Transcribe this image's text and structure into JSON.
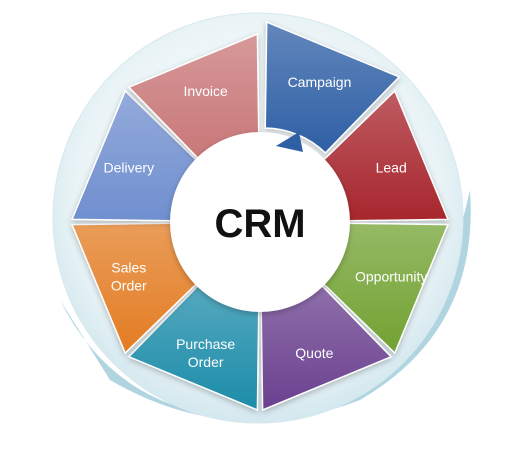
{
  "diagram": {
    "center_label": "CRM",
    "segments": [
      {
        "label_lines": [
          "Campaign"
        ],
        "color": "#2f5fa5"
      },
      {
        "label_lines": [
          "Lead"
        ],
        "color": "#a8262d"
      },
      {
        "label_lines": [
          "Opportunity"
        ],
        "color": "#72a232"
      },
      {
        "label_lines": [
          "Quote"
        ],
        "color": "#6a3f8f"
      },
      {
        "label_lines": [
          "Purchase",
          "Order"
        ],
        "color": "#1f8ca9"
      },
      {
        "label_lines": [
          "Sales",
          "Order"
        ],
        "color": "#e37b21"
      },
      {
        "label_lines": [
          "Delivery"
        ],
        "color": "#6f8fcf"
      },
      {
        "label_lines": [
          "Invoice"
        ],
        "color": "#c97778"
      }
    ],
    "colors": {
      "outer_ring": "#eef5f8",
      "outer_ring_shadow": "#8fc3d4",
      "center_fill": "#ffffff",
      "arrow": "#2f5fa5"
    }
  }
}
